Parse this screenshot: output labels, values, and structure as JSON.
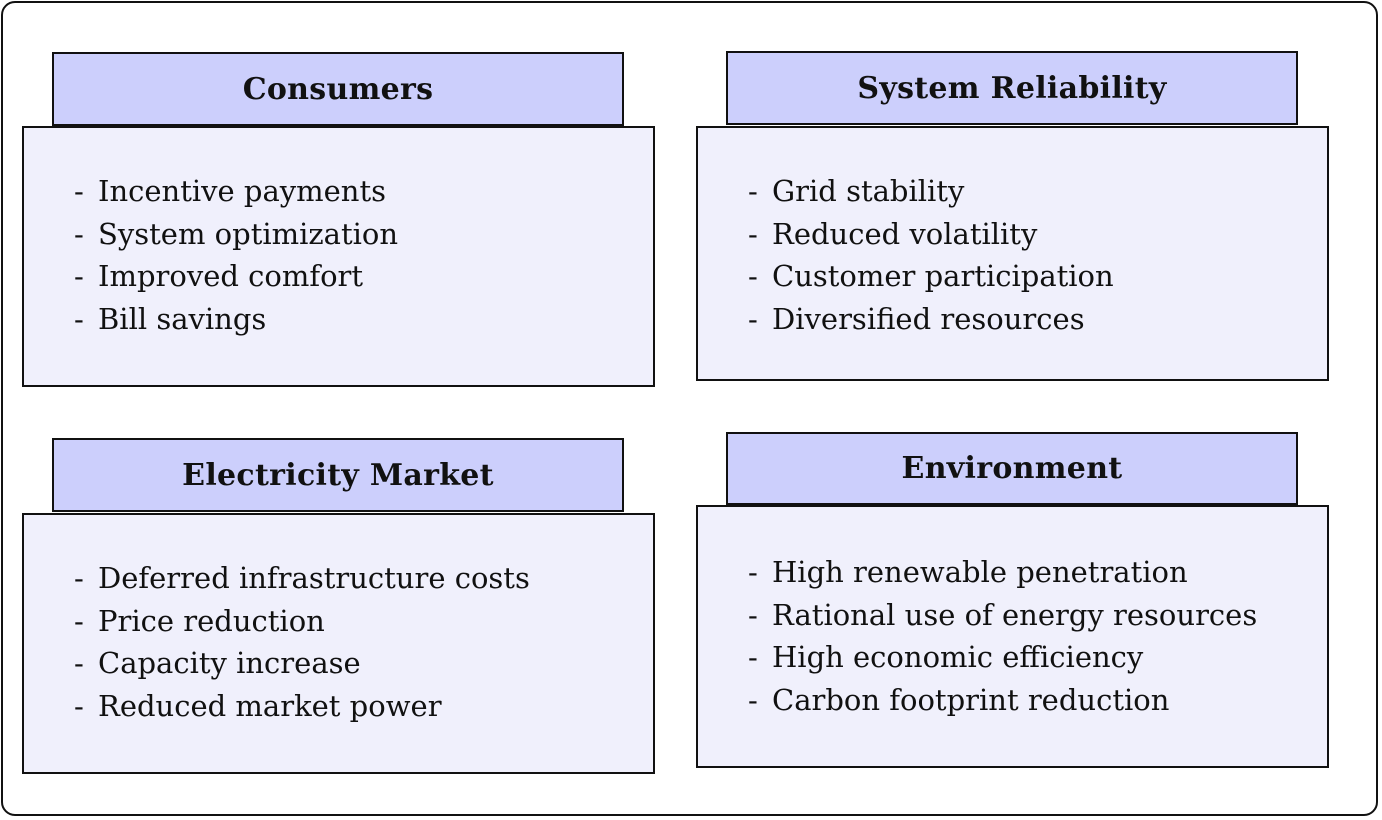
{
  "panels": {
    "consumers": {
      "title": "Consumers",
      "items": [
        "Incentive payments",
        "System optimization",
        "Improved comfort",
        "Bill savings"
      ]
    },
    "reliability": {
      "title": "System Reliability",
      "items": [
        "Grid stability",
        "Reduced volatility",
        "Customer participation",
        "Diversified resources"
      ]
    },
    "market": {
      "title": "Electricity Market",
      "items": [
        "Deferred infrastructure costs",
        "Price reduction",
        "Capacity increase",
        "Reduced market power"
      ]
    },
    "environment": {
      "title": "Environment",
      "items": [
        "High renewable penetration",
        "Rational use of energy resources",
        "High economic efficiency",
        "Carbon footprint reduction"
      ]
    }
  },
  "bullet": "-",
  "colors": {
    "title_fill": "#cccffc",
    "body_fill": "#f0f0fc",
    "border": "#111111"
  }
}
